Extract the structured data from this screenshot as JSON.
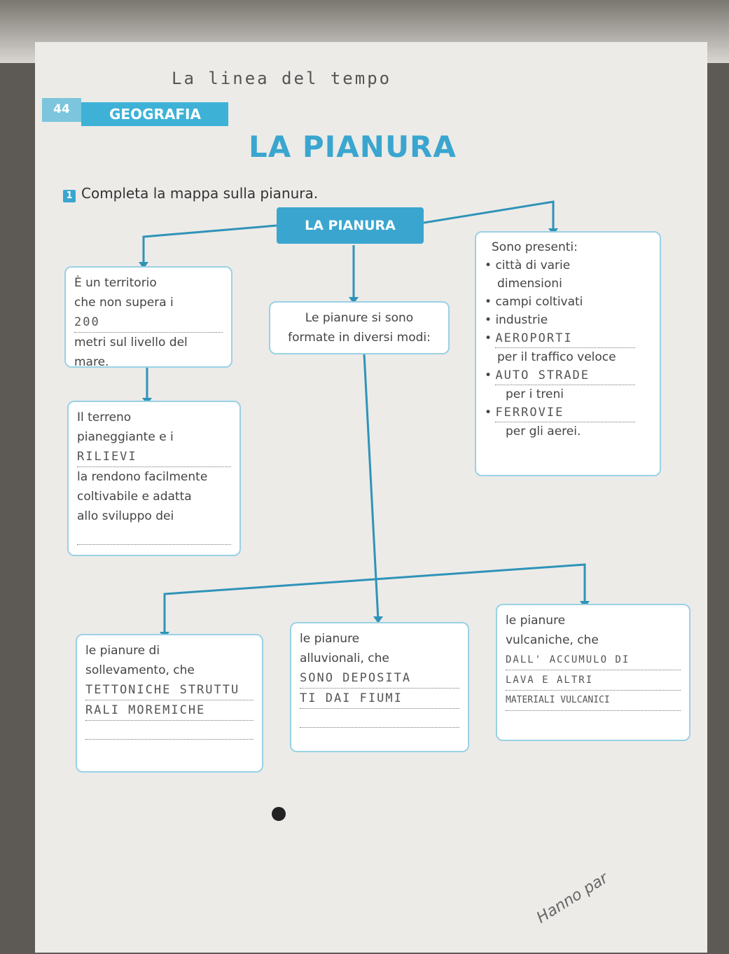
{
  "header": {
    "top_note": "La linea del tempo",
    "page_number": "44",
    "section": "GEOGRAFIA"
  },
  "title": "LA PIANURA",
  "instruction": {
    "number": "1",
    "text": "Completa la mappa sulla pianura."
  },
  "map": {
    "center": "LA PIANURA",
    "box1": {
      "l1": "È un territorio",
      "l2": "che non supera i",
      "answer": "200",
      "l3": "metri sul livello del",
      "l4": "mare."
    },
    "box2": {
      "l1": "Il terreno",
      "l2": "pianeggiante e i",
      "answer": "RILIEVI",
      "l3": "la rendono facilmente",
      "l4": "coltivabile e adatta",
      "l5": "allo sviluppo dei",
      "answer2": ""
    },
    "box3": {
      "l1": "Le pianure si sono",
      "l2": "formate in diversi modi:"
    },
    "box4": {
      "l1": "Sono presenti:",
      "b1": "città di varie",
      "b1b": "dimensioni",
      "b2": "campi coltivati",
      "b3": "industrie",
      "b4": "AEROPORTI",
      "b5": "per il traffico veloce",
      "b6": "AUTO STRADE",
      "b7": "per i treni",
      "b8": "FERROVIE",
      "b9": "per gli aerei."
    },
    "box5": {
      "l1": "le pianure di",
      "l2": "sollevamento, che",
      "a1": "TETTONICHE STRUTTU",
      "a2": "RALI MOREMICHE",
      "a3": ""
    },
    "box6": {
      "l1": "le pianure",
      "l2": "alluvionali, che",
      "a1": "SONO DEPOSITA",
      "a2": "TI DAI FIUMI",
      "a3": ""
    },
    "box7": {
      "l1": "le pianure",
      "l2": "vulcaniche, che",
      "a1": "DALL' ACCUMULO DI",
      "a2": "LAVA E ALTRI",
      "a3": "MATERIALI VULCANICI"
    }
  },
  "footer": {
    "corner": "Hanno par"
  },
  "colors": {
    "accent": "#3aa6cf",
    "box_border": "#9ad1e4"
  }
}
